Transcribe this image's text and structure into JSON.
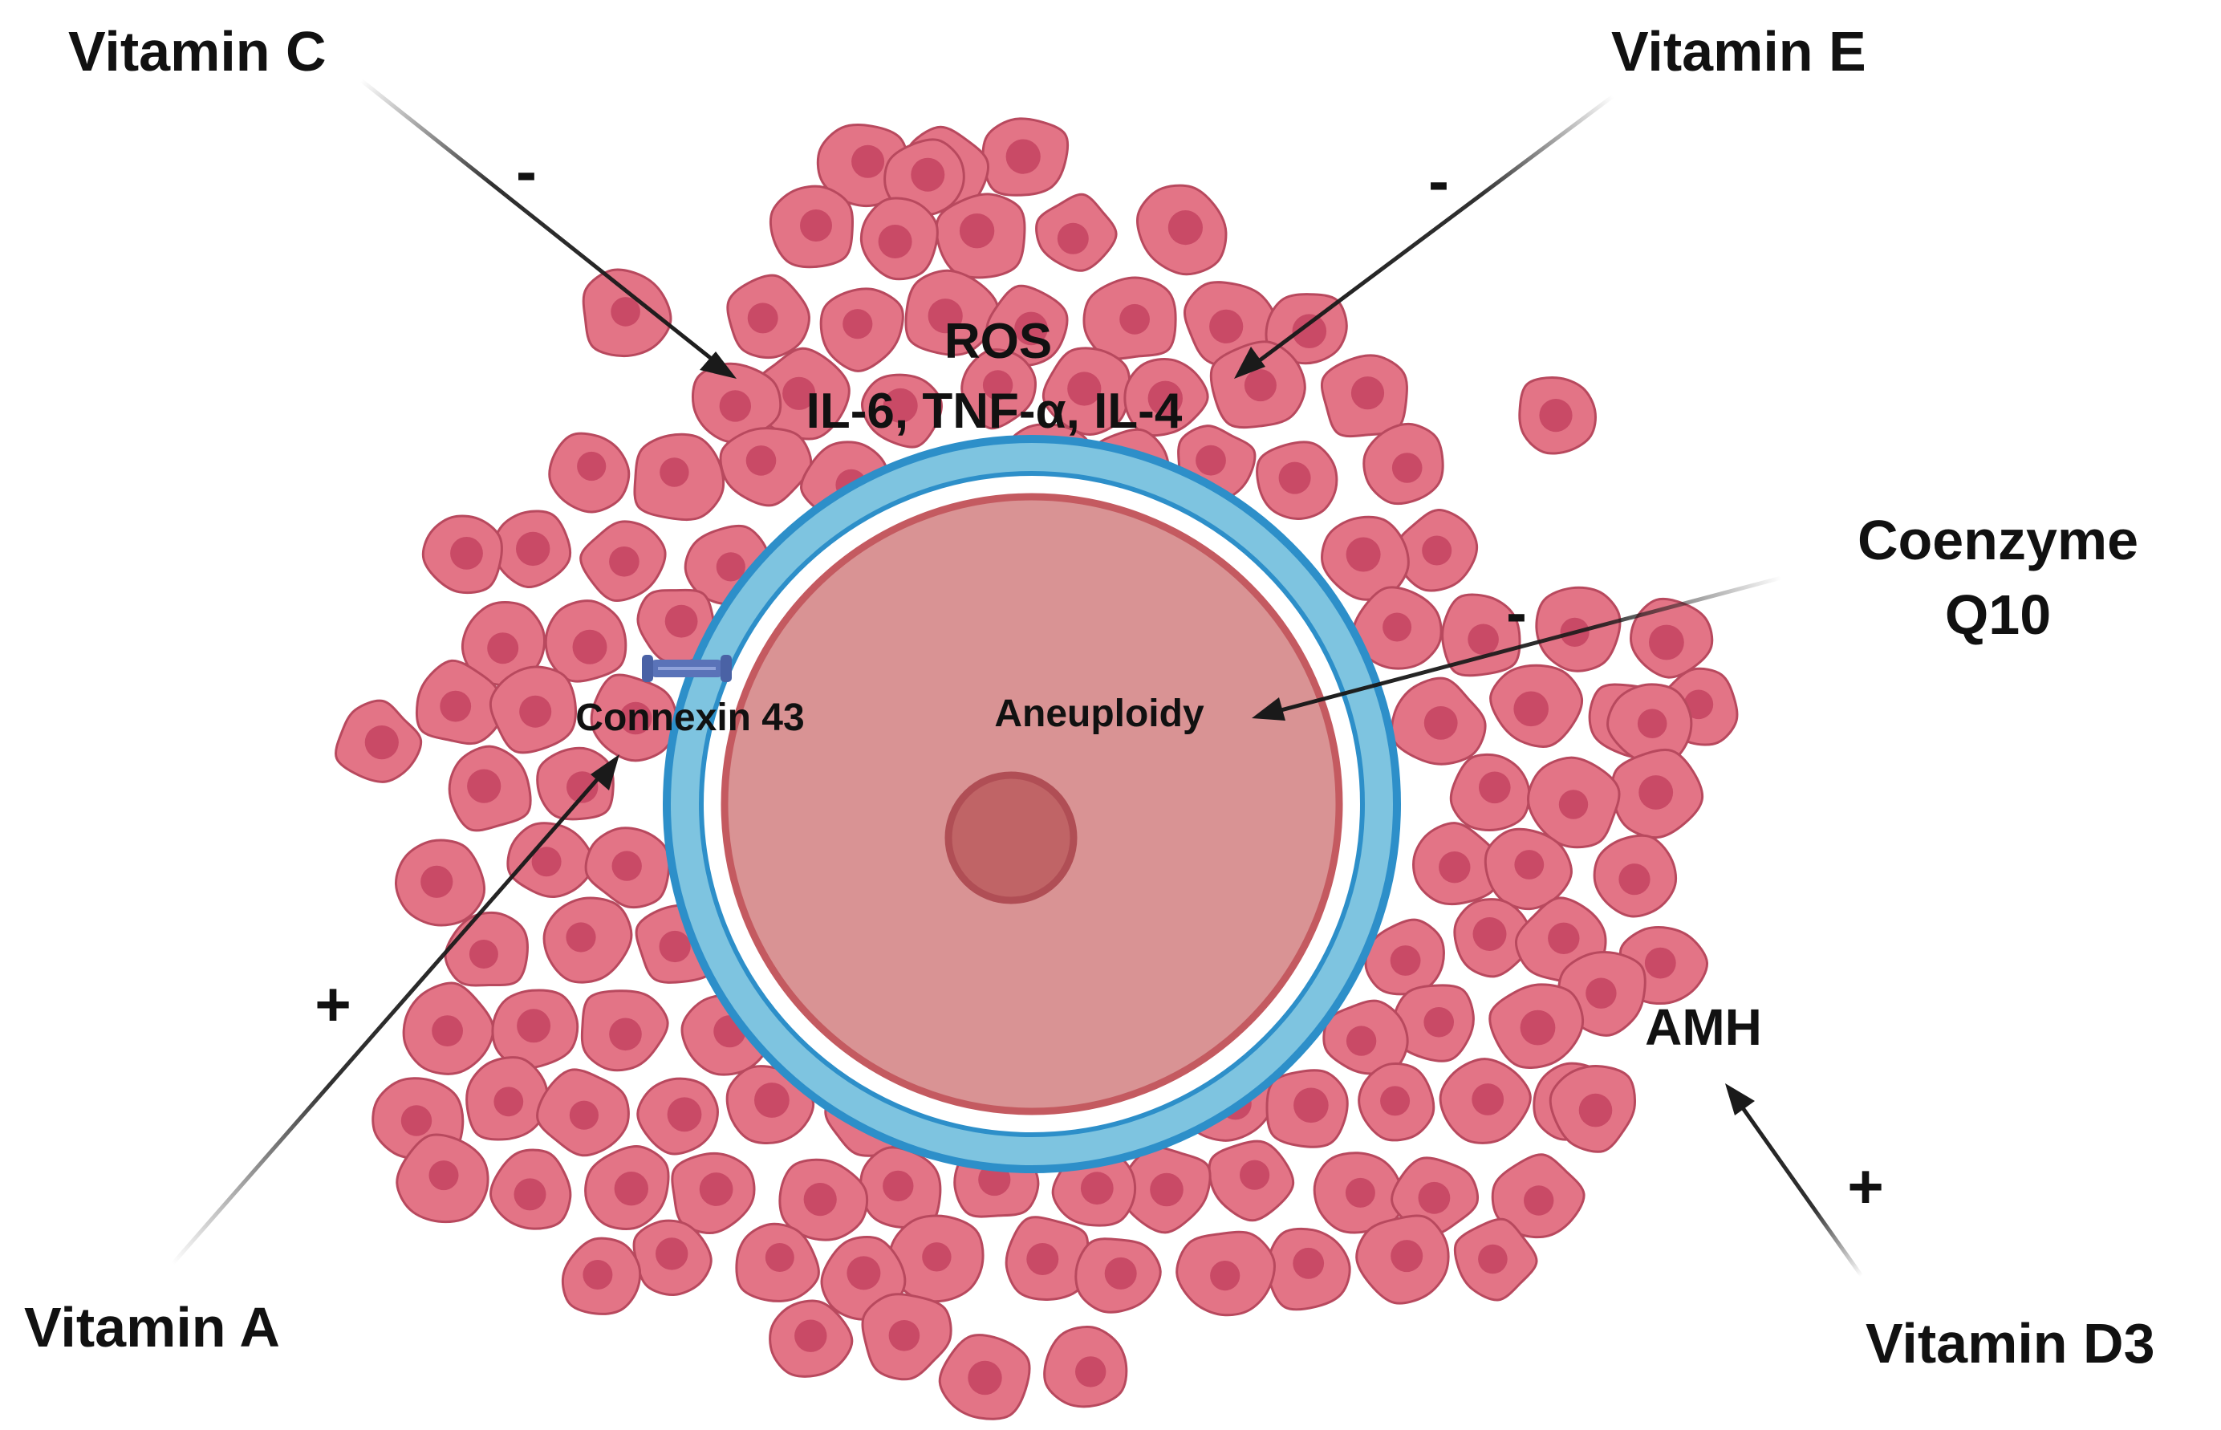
{
  "labels": {
    "vitamin_c": "Vitamin C",
    "vitamin_e": "Vitamin E",
    "coenzyme_line1": "Coenzyme",
    "coenzyme_line2": "Q10",
    "vitamin_a": "Vitamin A",
    "vitamin_d3": "Vitamin D3",
    "amh": "AMH",
    "ros": "ROS",
    "cytokines": "IL-6, TNF-α, IL-4",
    "connexin": "Connexin 43",
    "aneuploidy": "Aneuploidy"
  },
  "signs": {
    "vitamin_c": "-",
    "vitamin_e": "-",
    "coenzyme": "-",
    "vitamin_a": "+",
    "vitamin_d3": "+"
  },
  "colors": {
    "granulosa_cell": "#e37486",
    "granulosa_nucleus": "#c94a66",
    "granulosa_outline": "#b8495e",
    "zona_pellucida": "#7ec4e0",
    "zona_outline": "#2d8fc9",
    "oocyte_cytoplasm": "#d99394",
    "oocyte_outline": "#c45a60",
    "oocyte_nucleus": "#c06466",
    "connexin": "#5a73b8",
    "arrow": "#1a1a1a"
  }
}
